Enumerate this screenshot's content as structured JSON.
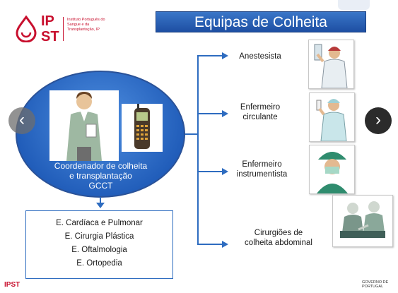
{
  "header": {
    "logo_ip": "IP",
    "logo_st": "ST",
    "logo_text": "Instituto Português do Sangue e da Transplantação, IP",
    "title": "Equipas de Colheita"
  },
  "coordinator": {
    "label_line1": "Coordenador de colheita",
    "label_line2": "e transplantação",
    "label_line3": "GCCT"
  },
  "specialties": [
    "E. Cardíaca e Pulmonar",
    "E. Cirurgia Plástica",
    "E. Oftalmologia",
    "E. Ortopedia"
  ],
  "teams": [
    {
      "line1": "Anestesista",
      "line2": ""
    },
    {
      "line1": "Enfermeiro",
      "line2": "circulante"
    },
    {
      "line1": "Enfermeiro",
      "line2": "instrumentista"
    },
    {
      "line1": "Cirurgiões de",
      "line2": "colheita abdominal"
    }
  ],
  "nav": {
    "prev": "‹",
    "next": "›"
  },
  "footer": {
    "left_logo": "IPST",
    "right_logo": "GOVERNO DE PORTUGAL"
  },
  "colors": {
    "accent": "#2e6cc0",
    "brand": "#c8102e",
    "title_bg": "#2a62b8"
  },
  "icons": [
    "blood-drop-logo-icon",
    "coordinator-woman-icon",
    "mobile-phone-icon",
    "anesthetist-icon",
    "circulating-nurse-icon",
    "scrub-nurse-icon",
    "surgeons-icon",
    "chevron-left-icon",
    "chevron-right-icon"
  ]
}
